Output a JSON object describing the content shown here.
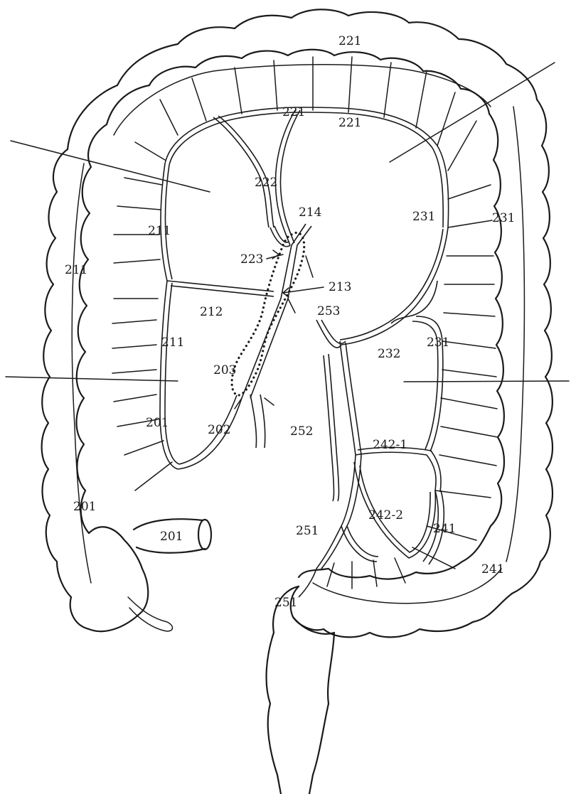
{
  "figure": {
    "labels": {
      "l201a": "201",
      "l201b": "201",
      "l201c": "201",
      "l202": "202",
      "l203": "203",
      "l211a": "211",
      "l211b": "211",
      "l211c": "211",
      "l212": "212",
      "l213": "213",
      "l214": "214",
      "l221a": "221",
      "l221b": "221",
      "l221c": "221",
      "l222": "222",
      "l223": "223",
      "l231a": "231",
      "l231b": "231",
      "l231c": "231",
      "l232": "232",
      "l241a": "241",
      "l241b": "241",
      "l242_1": "242-1",
      "l242_2": "242-2",
      "l251a": "251",
      "l251b": "251",
      "l252": "252",
      "l253": "253"
    }
  }
}
